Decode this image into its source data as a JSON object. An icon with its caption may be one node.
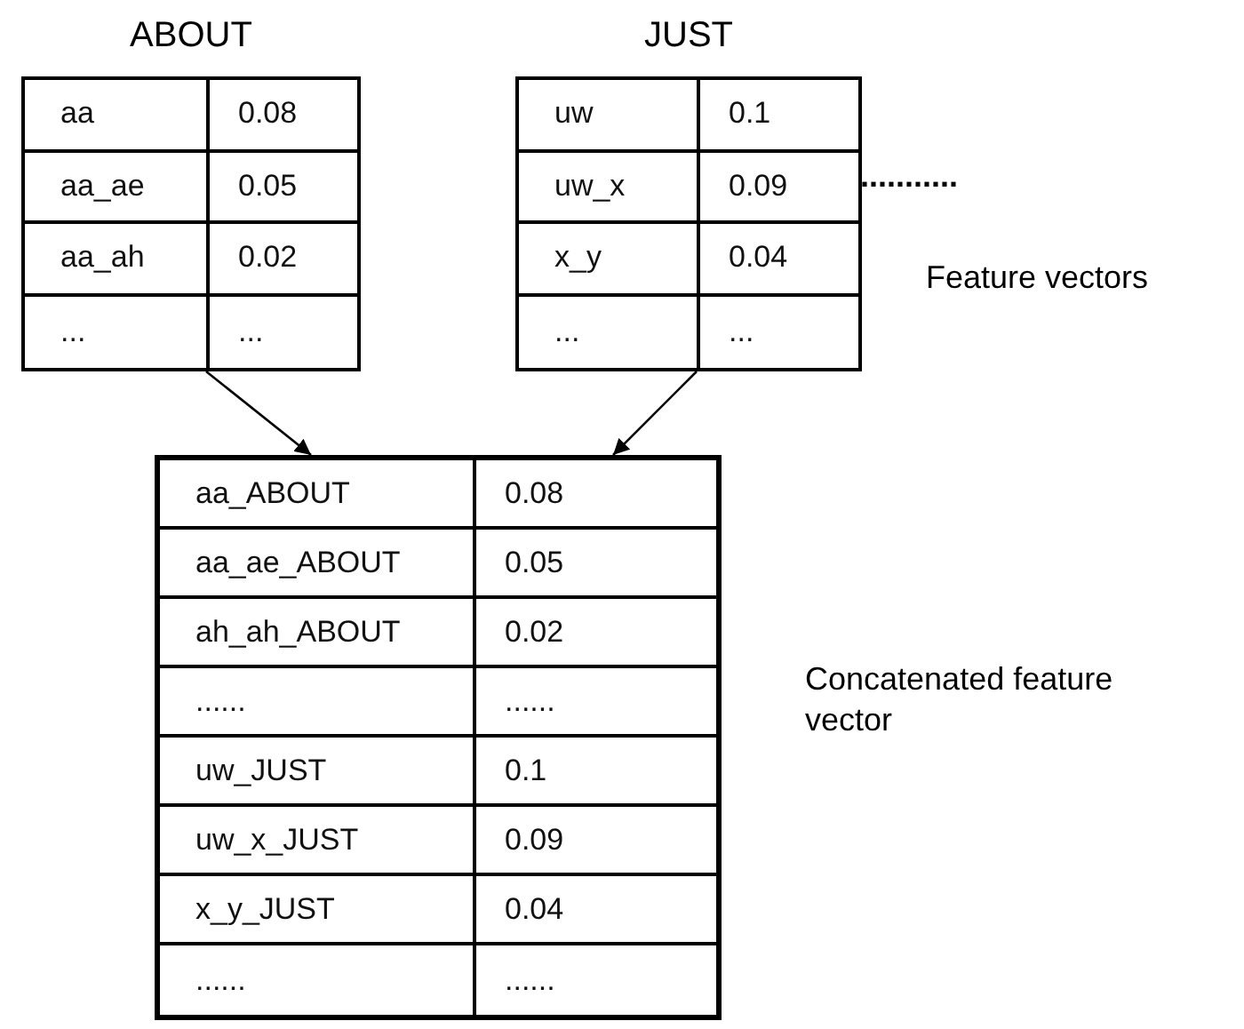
{
  "diagram": {
    "nodes": [
      {
        "text": [
          "ABOUT",
          "aa",
          "0.08",
          "aa_ae",
          "0.05",
          "aa_ah",
          "0.02",
          "...",
          "..."
        ]
      },
      {
        "text": [
          "JUST",
          "uw",
          "0.1",
          "uw_x",
          "0.09",
          "x_y",
          "0.04",
          "...",
          "..."
        ]
      },
      {
        "text": [
          "aa_ABOUT",
          "0.08",
          "aa_ae_ABOUT",
          "0.05",
          "ah_ah_ABOUT",
          "0.02",
          "......",
          "......",
          "uw_JUST",
          "0.1",
          "uw_x_JUST",
          "0.09",
          "x_y_JUST",
          "0.04",
          "......",
          "......"
        ],
        "beside": [
          "Concatenated feature vector"
        ]
      }
    ],
    "edges": [
      {
        "from": 0,
        "to": 2,
        "arrow": "to"
      },
      {
        "from": 1,
        "to": 2,
        "arrow": "to"
      }
    ],
    "labels": [
      "...........",
      "Feature vectors"
    ]
  }
}
